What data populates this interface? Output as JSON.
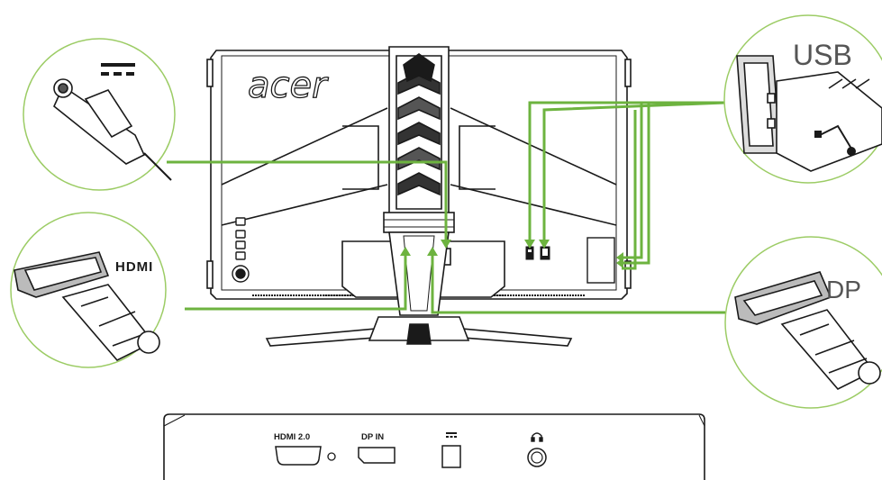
{
  "monitor": {
    "brand_logo": "acer"
  },
  "callouts": {
    "power": {
      "icon": "dc-power-symbol"
    },
    "hdmi": {
      "label": "HDMI"
    },
    "usb": {
      "label": "USB"
    },
    "dp": {
      "label": "DP"
    }
  },
  "port_panel": {
    "ports": [
      {
        "label": "HDMI 2.0"
      },
      {
        "label": "DP IN"
      },
      {
        "label": "",
        "icon": "dc-power-icon"
      },
      {
        "label": "",
        "icon": "headphone-icon"
      }
    ]
  },
  "colors": {
    "connector_line": "#6db33f",
    "circle_border": "#9ccc65",
    "outline": "#1a1a1a",
    "label_gray": "#555555"
  }
}
